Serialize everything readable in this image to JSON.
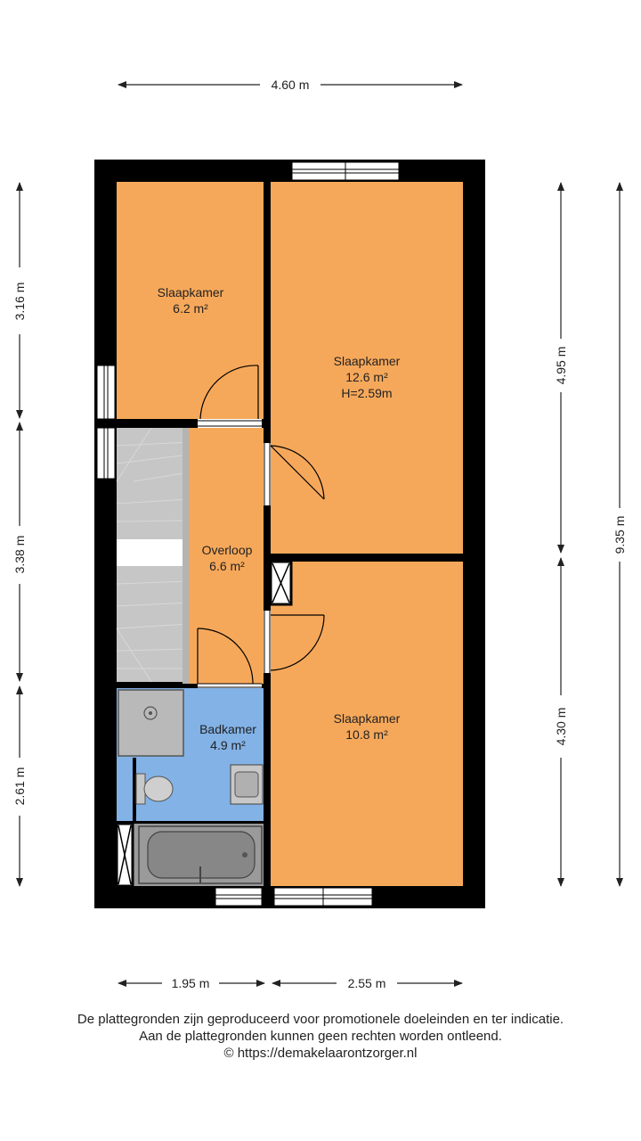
{
  "rooms": {
    "bedroom_small": {
      "name": "Slaapkamer",
      "area": "6.2 m²"
    },
    "bedroom_large": {
      "name": "Slaapkamer",
      "area": "12.6 m²",
      "height": "H=2.59m"
    },
    "landing": {
      "name": "Overloop",
      "area": "6.6 m²"
    },
    "bathroom": {
      "name": "Badkamer",
      "area": "4.9 m²"
    },
    "bedroom_bottom": {
      "name": "Slaapkamer",
      "area": "10.8 m²"
    }
  },
  "dimensions": {
    "top_width": "4.60 m",
    "left_top": "3.16 m",
    "left_middle": "3.38 m",
    "left_bottom": "2.61 m",
    "right_upper": "4.95 m",
    "right_lower": "4.30 m",
    "right_total": "9.35 m",
    "bottom_left": "1.95 m",
    "bottom_right": "2.55 m"
  },
  "disclaimer": {
    "line1": "De plattegronden zijn geproduceerd voor promotionele doeleinden en ter indicatie.",
    "line2": "Aan de plattegronden kunnen geen rechten worden ontleend.",
    "line3": "© https://demakelaarontzorger.nl"
  },
  "colors": {
    "bedroom": "#f6a85a",
    "bathroom": "#82b2e6",
    "stairs": "#c8c8c8",
    "wall": "#000000"
  }
}
